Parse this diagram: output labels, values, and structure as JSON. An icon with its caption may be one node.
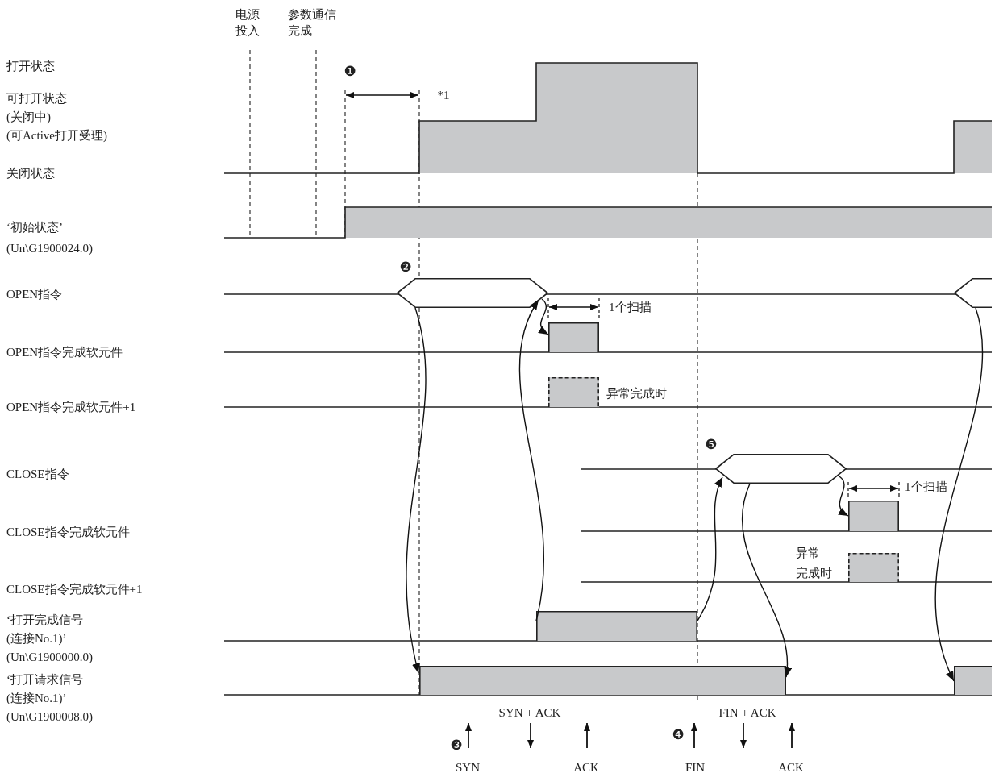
{
  "diagram": {
    "nodes": [
      {
        "text": [],
        "shape": "hexagon",
        "beside": [
          "❷"
        ]
      },
      {
        "text": [],
        "shape": "hexagon"
      },
      {
        "text": [],
        "shape": "box"
      },
      {
        "text": [],
        "shape": "box"
      },
      {
        "text": [],
        "shape": "hexagon",
        "beside": [
          "❺"
        ]
      },
      {
        "text": [],
        "shape": "box"
      },
      {
        "text": [],
        "shape": "box"
      },
      {
        "text": [],
        "shape": "box"
      },
      {
        "text": [],
        "shape": "box"
      },
      {
        "text": [],
        "shape": "box"
      }
    ],
    "edges": [
      {
        "from": 0,
        "to": 8,
        "arrow": "to"
      },
      {
        "from": 7,
        "to": 0,
        "arrow": "to"
      },
      {
        "from": 0,
        "to": 2,
        "arrow": "to"
      },
      {
        "from": 7,
        "to": 4,
        "arrow": "to"
      },
      {
        "from": 4,
        "to": 8,
        "arrow": "to"
      },
      {
        "from": 4,
        "to": 5,
        "arrow": "to"
      },
      {
        "from": 1,
        "to": 9,
        "arrow": "to"
      }
    ],
    "labels": [
      "电源投入",
      "参数通信完成",
      "打开状态",
      "可打开状态",
      "(关闭中)",
      "(可Active打开受理)",
      "关闭状态",
      "‘初始状态’",
      "(Un\\G1900024.0)",
      "OPEN指令",
      "OPEN指令完成软元件",
      "OPEN指令完成软元件+1",
      "CLOSE指令",
      "CLOSE指令完成软元件",
      "CLOSE指令完成软元件+1",
      "‘打开完成信号",
      "(连接No.1)’",
      "(Un\\G1900000.0)",
      "‘打开请求信号",
      "(连接No.1)’",
      "(Un\\G1900008.0)",
      "❶",
      "*1",
      "1个扫描",
      "异常完成时",
      "1个扫描",
      "异常",
      "完成时",
      "SYN + ACK",
      "FIN + ACK",
      "❸",
      "SYN",
      "ACK",
      "❹",
      "FIN",
      "ACK"
    ]
  }
}
